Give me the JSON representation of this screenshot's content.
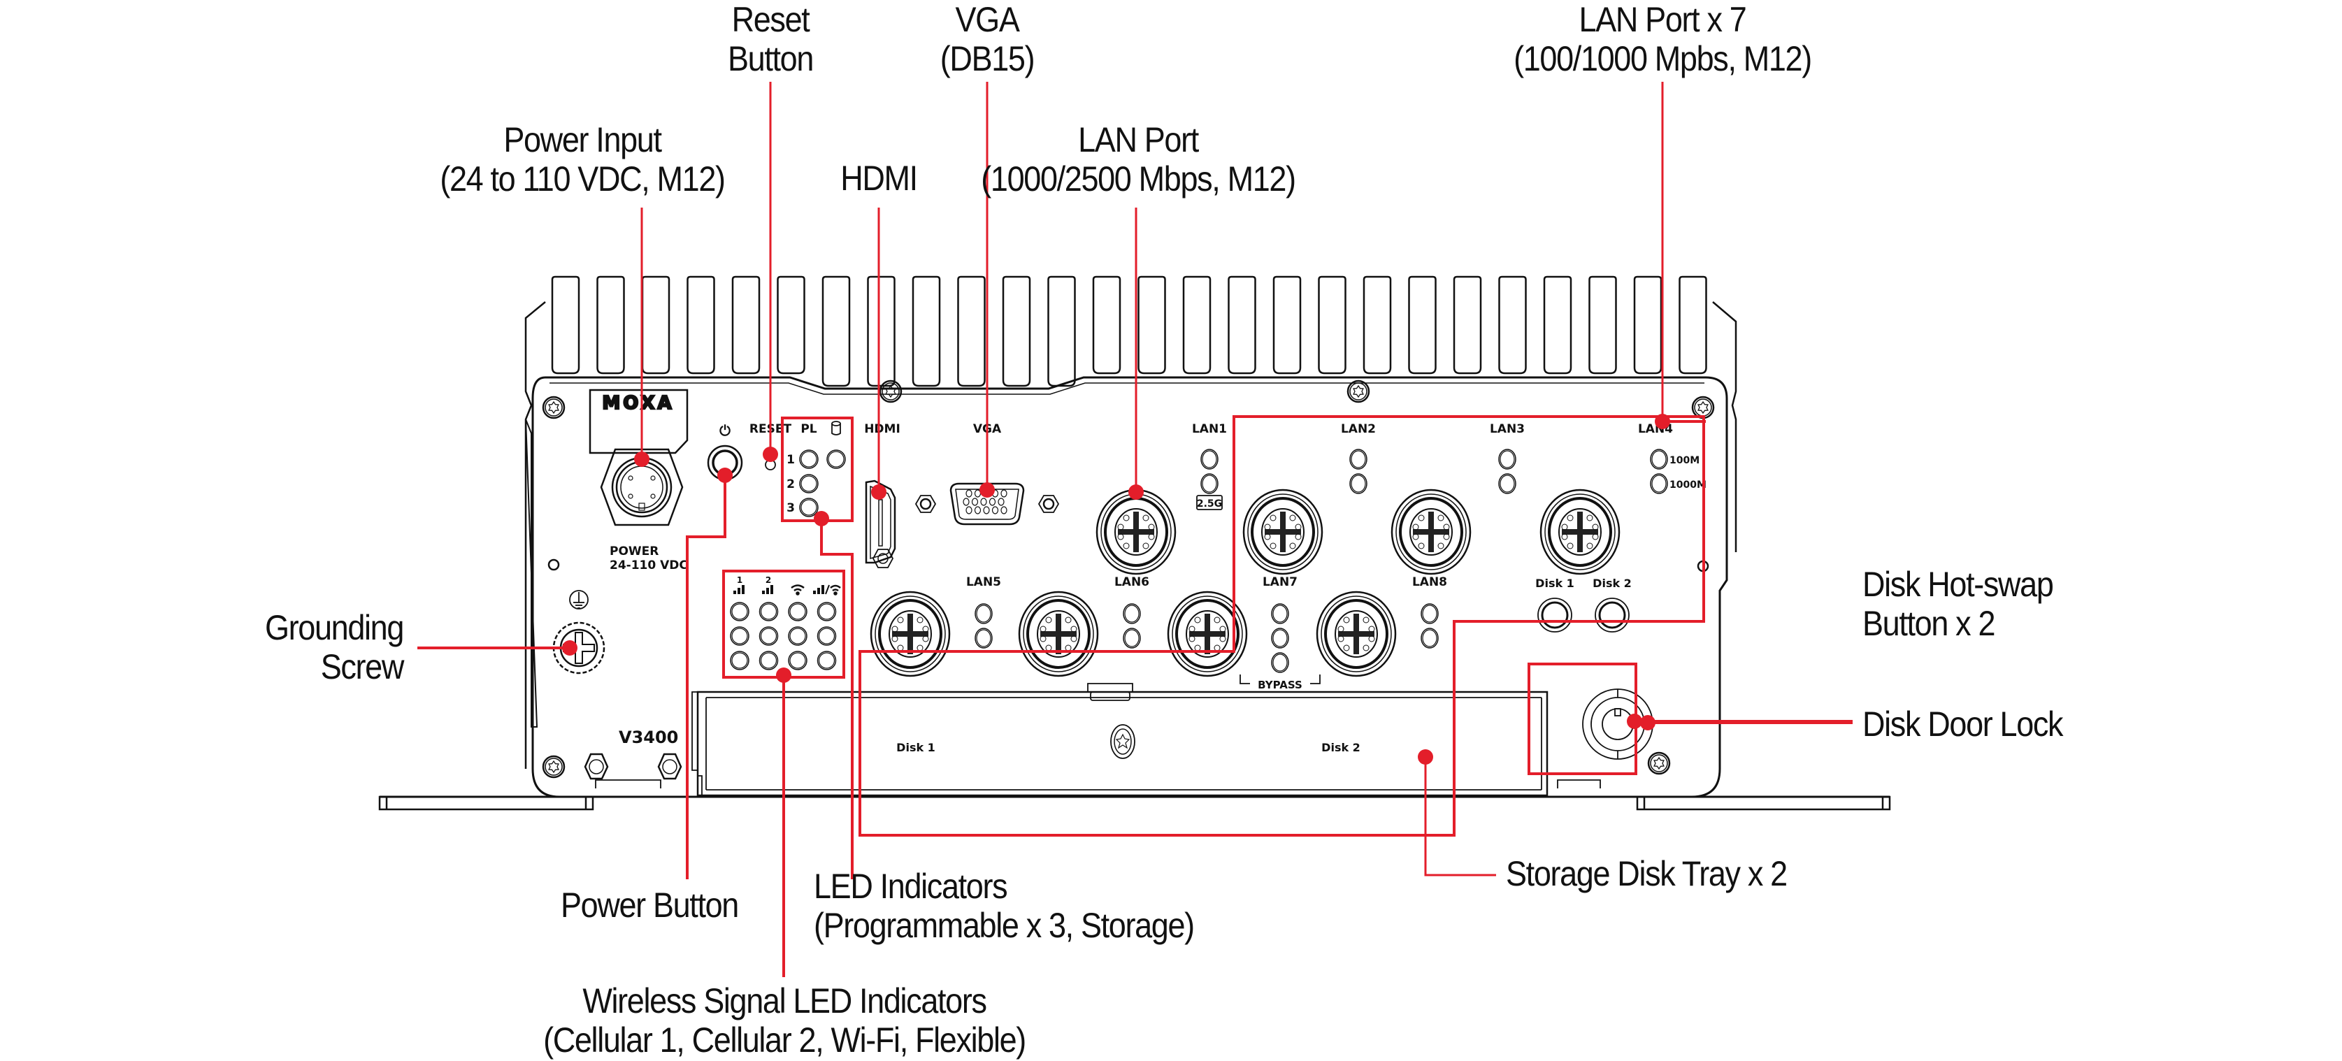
{
  "diagram": {
    "device_model": "V3400",
    "brand": "MOXA",
    "accent_color": "#e31e2a",
    "panel_labels": {
      "power_connector": [
        "POWER",
        "24-110 VDC"
      ],
      "power_symbol": "⏻",
      "reset": "RESET",
      "pl": "PL",
      "pl_numbers": [
        "1",
        "2",
        "3"
      ],
      "hdmi": "HDMI",
      "vga": "VGA",
      "lan_top": [
        "LAN1",
        "LAN2",
        "LAN3",
        "LAN4"
      ],
      "lan_bottom": [
        "LAN5",
        "LAN6",
        "LAN7",
        "LAN8"
      ],
      "lan1_speed_badge": "2.5G",
      "lan4_speed": [
        "100M",
        "1000M"
      ],
      "bypass": "BYPASS",
      "disk_buttons": [
        "Disk 1",
        "Disk 2"
      ],
      "disk_tray": [
        "Disk 1",
        "Disk 2"
      ],
      "wireless_headers": [
        "1",
        "2"
      ]
    },
    "callouts": {
      "reset": [
        "Reset",
        "Button"
      ],
      "vga": [
        "VGA",
        "(DB15)"
      ],
      "lan_x7": [
        "LAN Port x 7",
        "(100/1000 Mpbs, M12)"
      ],
      "power_input": [
        "Power Input",
        "(24 to 110 VDC, M12)"
      ],
      "hdmi": [
        "HDMI"
      ],
      "lan_port": [
        "LAN Port",
        "(1000/2500 Mbps, M12)"
      ],
      "grounding": [
        "Grounding",
        "Screw"
      ],
      "disk_hotswap": [
        "Disk Hot-swap",
        "Button x 2"
      ],
      "disk_lock": [
        "Disk Door Lock"
      ],
      "storage_tray": [
        "Storage Disk Tray x 2"
      ],
      "power_button": [
        "Power Button"
      ],
      "led_indicators": [
        "LED Indicators",
        "(Programmable x 3, Storage)"
      ],
      "wireless_leds": [
        "Wireless Signal LED Indicators",
        "(Cellular 1, Cellular 2, Wi-Fi, Flexible)"
      ]
    }
  }
}
